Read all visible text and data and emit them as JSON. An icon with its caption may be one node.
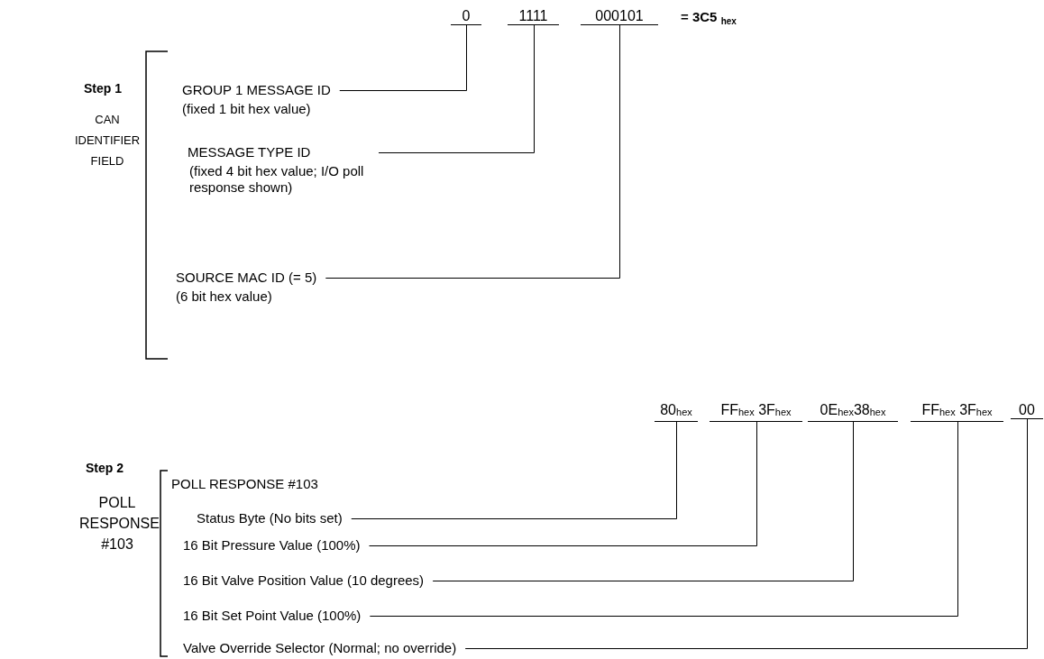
{
  "diagram": {
    "nodes": [
      {
        "text": [
          "0"
        ]
      },
      {
        "text": [
          "1111"
        ]
      },
      {
        "text": [
          "000101"
        ]
      },
      {
        "text": [
          "GROUP 1 MESSAGE ID",
          "(fixed 1 bit hex value)"
        ]
      },
      {
        "text": [
          "MESSAGE TYPE  ID",
          "(fixed 4 bit hex value; I/O poll response shown)"
        ]
      },
      {
        "text": [
          "SOURCE MAC ID (= 5)",
          "(6 bit hex value)"
        ]
      },
      {
        "text": [
          "80$_{hex}$"
        ]
      },
      {
        "text": [
          "FF$_{hex}$ 3F$_{hex}$"
        ]
      },
      {
        "text": [
          "0E$_{hex}$38$_{hex}$"
        ]
      },
      {
        "text": [
          "FF$_{hex}$ 3F$_{hex}$"
        ]
      },
      {
        "text": [
          "00"
        ]
      },
      {
        "text": [
          "Status Byte (No bits set)"
        ]
      },
      {
        "text": [
          "16 Bit  Pressure Value (100%)"
        ]
      },
      {
        "text": [
          "16 Bit  Valve Position Value (10 degrees)"
        ]
      },
      {
        "text": [
          "16 Bit  Set Point Value (100%)"
        ]
      },
      {
        "text": [
          "Valve Override Selector (Normal; no override)"
        ]
      }
    ],
    "edges": [
      {
        "from": 3,
        "to": 0,
        "arrow": "none"
      },
      {
        "from": 4,
        "to": 1,
        "arrow": "none"
      },
      {
        "from": 5,
        "to": 2,
        "arrow": "none"
      },
      {
        "from": 11,
        "to": 6,
        "arrow": "none"
      },
      {
        "from": 12,
        "to": 7,
        "arrow": "none"
      },
      {
        "from": 13,
        "to": 8,
        "arrow": "none"
      },
      {
        "from": 14,
        "to": 9,
        "arrow": "none"
      },
      {
        "from": 15,
        "to": 10,
        "arrow": "none"
      }
    ],
    "labels": [
      "= 3C5 $_{hex}$",
      "Step 1",
      "CAN IDENTIFIER FIELD",
      "Step 2",
      "POLL RESPONSE #103",
      "POLL RESPONSE #103"
    ]
  }
}
